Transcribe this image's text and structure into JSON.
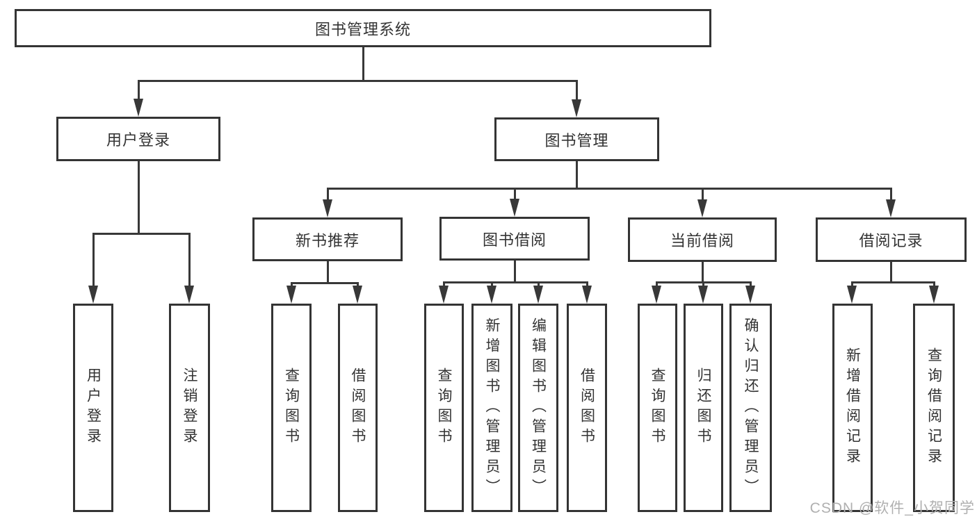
{
  "diagram": {
    "type": "hierarchy-tree",
    "colors": {
      "background": "#ffffff",
      "line": "#383838",
      "box_border": "#343434",
      "text": "#333333",
      "watermark": "#b0b0b0"
    },
    "watermark": "CSDN @软件_小贺同学",
    "tree": {
      "label": "图书管理系统",
      "children": [
        {
          "label": "用户登录",
          "children": [
            {
              "label": "用户登录"
            },
            {
              "label": "注销登录"
            }
          ]
        },
        {
          "label": "图书管理",
          "children": [
            {
              "label": "新书推荐",
              "children": [
                {
                  "label": "查询图书"
                },
                {
                  "label": "借阅图书"
                }
              ]
            },
            {
              "label": "图书借阅",
              "children": [
                {
                  "label": "查询图书"
                },
                {
                  "label": "新增图书（管理员）"
                },
                {
                  "label": "编辑图书（管理员）"
                },
                {
                  "label": "借阅图书"
                }
              ]
            },
            {
              "label": "当前借阅",
              "children": [
                {
                  "label": "查询图书"
                },
                {
                  "label": "归还图书"
                },
                {
                  "label": "确认归还（管理员）"
                }
              ]
            },
            {
              "label": "借阅记录",
              "children": [
                {
                  "label": "新增借阅记录"
                },
                {
                  "label": "查询借阅记录"
                }
              ]
            }
          ]
        }
      ]
    }
  }
}
